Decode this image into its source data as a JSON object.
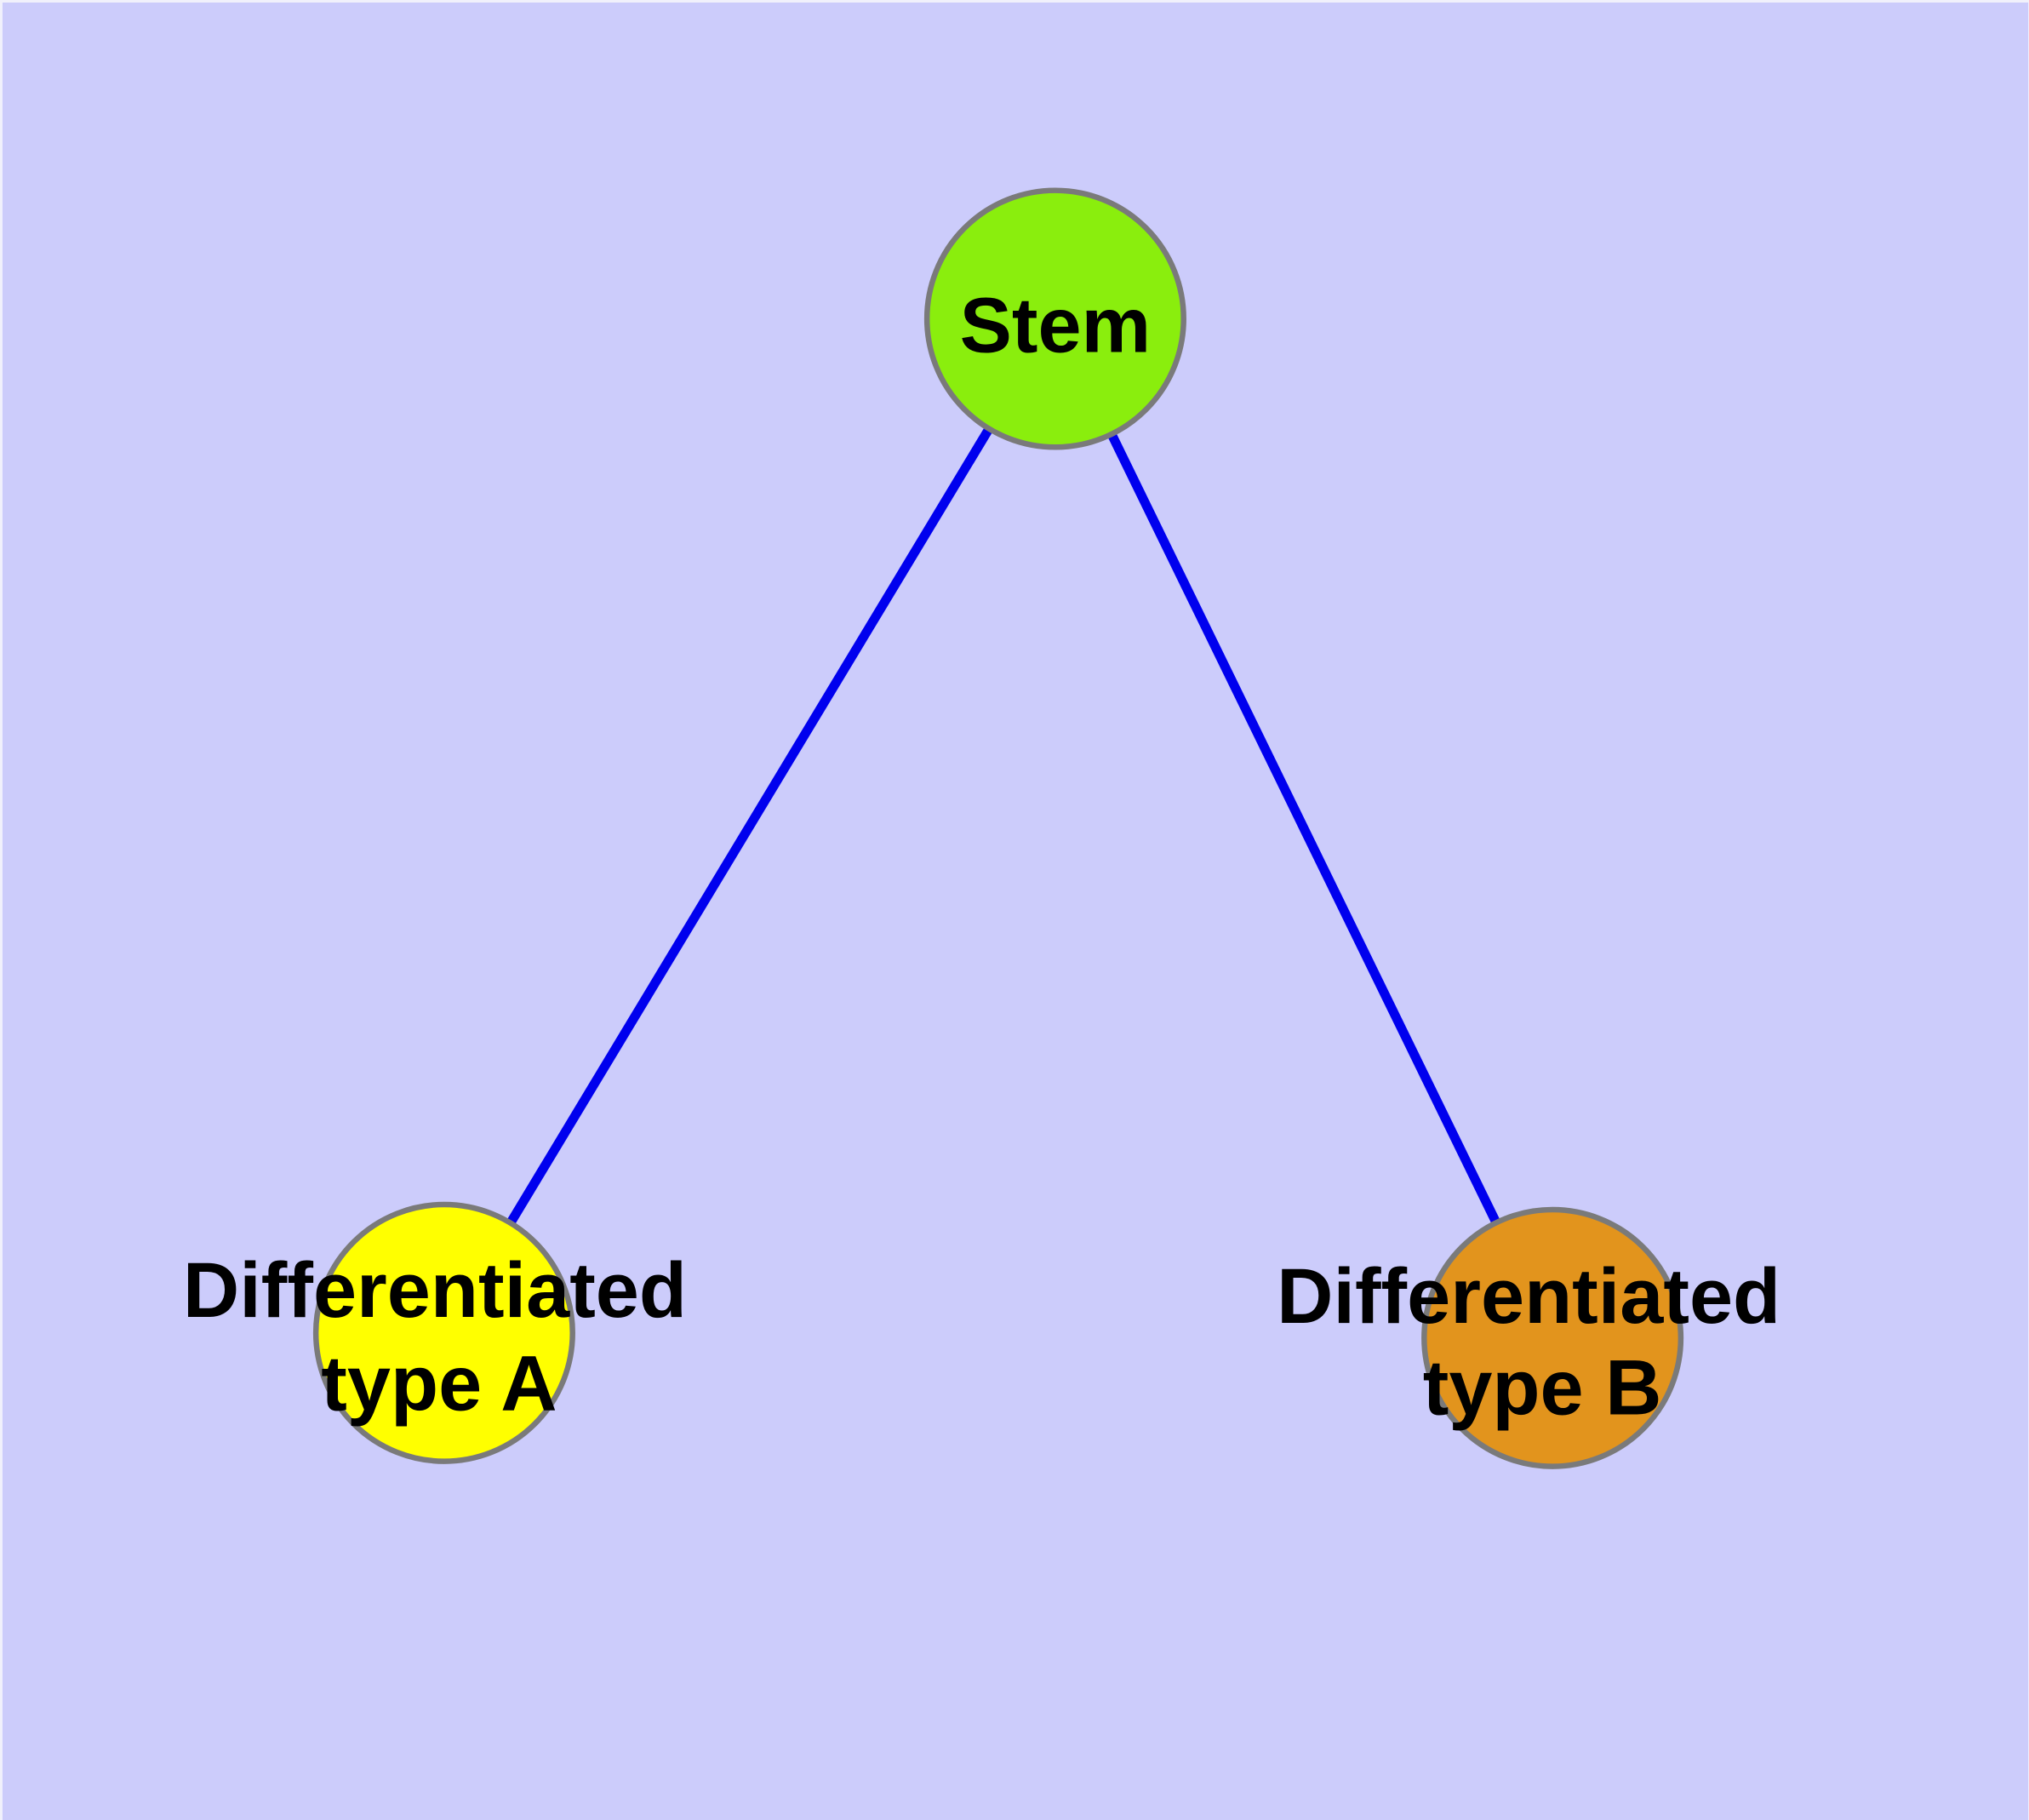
{
  "diagram": {
    "description": "Stem cell differentiation graph with one parent node and two differentiated child nodes",
    "colors": {
      "background": "#ccccfb",
      "edge": "#0000ee",
      "node_border": "#7a7a7a",
      "label_text": "#000000",
      "stem_fill": "#8aee0d",
      "type_a_fill": "#ffff00",
      "type_b_fill": "#e2941d"
    },
    "nodes": {
      "stem": {
        "label": "Stem",
        "fill": "#8aee0d"
      },
      "type_a": {
        "label_line1": "Differentiated",
        "label_line2": "type A",
        "fill": "#ffff00"
      },
      "type_b": {
        "label_line1": "Differentiated",
        "label_line2": "type B",
        "fill": "#e2941d"
      }
    },
    "edges": [
      {
        "from": "Stem",
        "to": "Differentiated type A"
      },
      {
        "from": "Stem",
        "to": "Differentiated type B"
      }
    ]
  }
}
